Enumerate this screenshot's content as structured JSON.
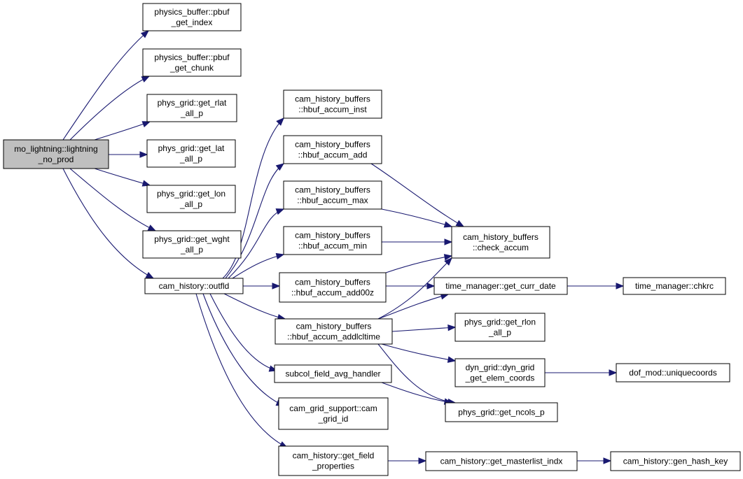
{
  "graph": {
    "edge_color": "#191970",
    "root_fill": "#bfbfbf",
    "nodes": {
      "root": [
        "mo_lightning::lightning",
        "_no_prod"
      ],
      "pbuf_index": [
        "physics_buffer::pbuf",
        "_get_index"
      ],
      "pbuf_chunk": [
        "physics_buffer::pbuf",
        "_get_chunk"
      ],
      "get_rlat": [
        "phys_grid::get_rlat",
        "_all_p"
      ],
      "get_lat": [
        "phys_grid::get_lat",
        "_all_p"
      ],
      "get_lon": [
        "phys_grid::get_lon",
        "_all_p"
      ],
      "get_wght": [
        "phys_grid::get_wght",
        "_all_p"
      ],
      "outfld": [
        "cam_history::outfld"
      ],
      "accum_inst": [
        "cam_history_buffers",
        "::hbuf_accum_inst"
      ],
      "accum_add": [
        "cam_history_buffers",
        "::hbuf_accum_add"
      ],
      "accum_max": [
        "cam_history_buffers",
        "::hbuf_accum_max"
      ],
      "accum_min": [
        "cam_history_buffers",
        "::hbuf_accum_min"
      ],
      "accum_add00z": [
        "cam_history_buffers",
        "::hbuf_accum_add00z"
      ],
      "accum_addlcltime": [
        "cam_history_buffers",
        "::hbuf_accum_addlcltime"
      ],
      "subcol": [
        "subcol_field_avg_handler"
      ],
      "grid_id": [
        "cam_grid_support::cam",
        "_grid_id"
      ],
      "field_props": [
        "cam_history::get_field",
        "_properties"
      ],
      "check_accum": [
        "cam_history_buffers",
        "::check_accum"
      ],
      "curr_date": [
        "time_manager::get_curr_date"
      ],
      "chkrc": [
        "time_manager::chkrc"
      ],
      "get_rlon": [
        "phys_grid::get_rlon",
        "_all_p"
      ],
      "elem_coords": [
        "dyn_grid::dyn_grid",
        "_get_elem_coords"
      ],
      "uniquecoords": [
        "dof_mod::uniquecoords"
      ],
      "ncols_p": [
        "phys_grid::get_ncols_p"
      ],
      "masterlist": [
        "cam_history::get_masterlist_indx"
      ],
      "gen_hash": [
        "cam_history::gen_hash_key"
      ]
    }
  }
}
